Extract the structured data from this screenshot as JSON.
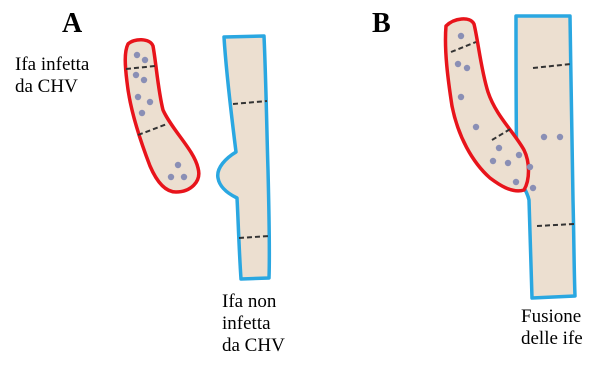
{
  "panels": [
    {
      "letter": "A",
      "labels": {
        "infected": "Ifa infetta\nda CHV",
        "uninfected": "Ifa non\ninfetta\nda CHV"
      }
    },
    {
      "letter": "B",
      "labels": {
        "fusion": "Fusione\ndelle ife"
      }
    }
  ],
  "colors": {
    "hypha_fill": "#ecdfd0",
    "infected_outline": "#e8141b",
    "uninfected_outline": "#2aa7e1",
    "virus_particle": "#8a8fb5",
    "septum": "#333333"
  }
}
